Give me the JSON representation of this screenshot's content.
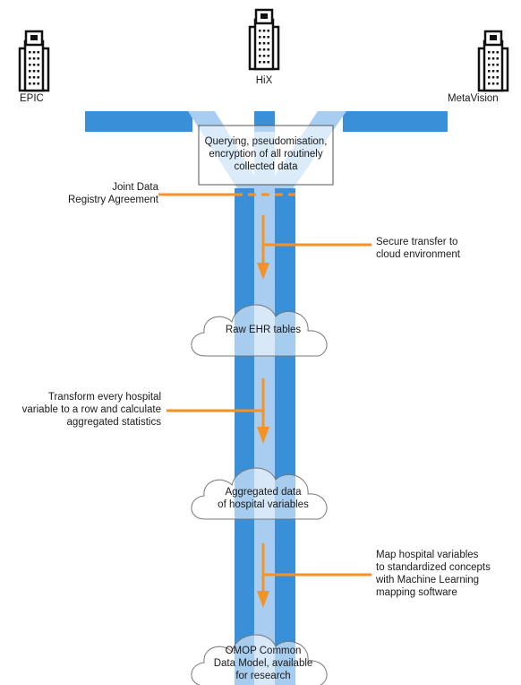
{
  "sources": {
    "epic": "EPIC",
    "hix": "HiX",
    "metavision": "MetaVision"
  },
  "query_box": {
    "line1": "Querying, pseudomisation,",
    "line2": "encryption of all routinely",
    "line3": "collected data"
  },
  "agreement": {
    "line1": "Joint Data",
    "line2": "Registry Agreement"
  },
  "secure_transfer": {
    "line1": "Secure transfer to",
    "line2": "cloud environment"
  },
  "raw_tables": {
    "line1": "Raw EHR tables"
  },
  "transform": {
    "line1": "Transform every hospital",
    "line2": "variable to a row and calculate",
    "line3": "aggregated statistics"
  },
  "aggregated": {
    "line1": "Aggregated data",
    "line2": "of hospital variables"
  },
  "map_step": {
    "line1": "Map hospital variables",
    "line2": "to standardized concepts",
    "line3": "with Machine Learning",
    "line4": "mapping software"
  },
  "omop": {
    "line1": "OMOP Common",
    "line2": "Data Model, available",
    "line3": "for research"
  },
  "colors": {
    "pipe_blue": "#3a8fd9",
    "pipe_light": "#a9cdf0",
    "arrow_orange": "#f39325",
    "outline": "#777777"
  }
}
